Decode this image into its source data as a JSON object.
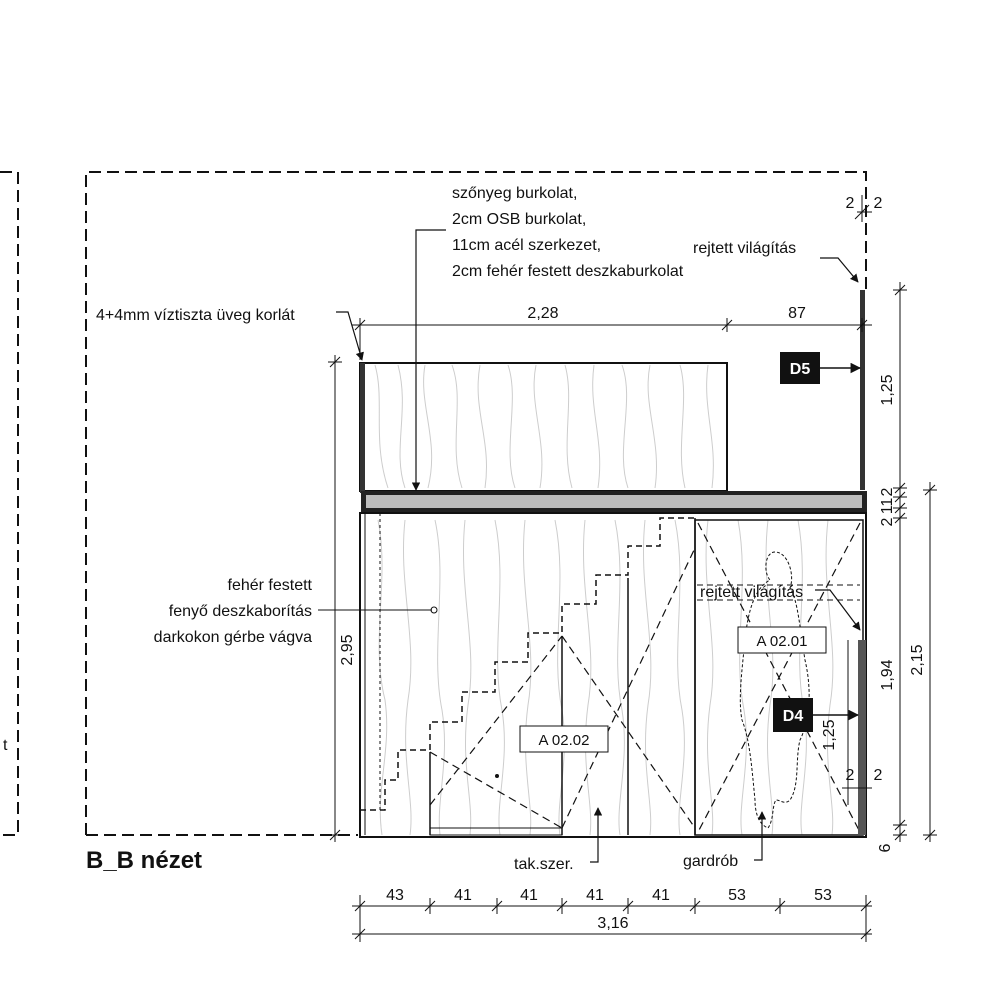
{
  "view_title": "B_B nézet",
  "annotations": {
    "floor_layers": [
      "szőnyeg burkolat,",
      "2cm OSB burkolat,",
      "11cm acél szerkezet,",
      "2cm fehér festett deszkaburkolat"
    ],
    "glass_railing": "4+4mm víztiszta üveg korlát",
    "hidden_light_top": "rejtett világítás",
    "hidden_light_mid": "rejtett világítás",
    "cladding": [
      "fehér festett",
      "fenyő deszkaborítás",
      "darkokon gérbe vágva"
    ],
    "storage": "tak.szer.",
    "wardrobe": "gardrób",
    "left_fragment": "t"
  },
  "detail_tags": {
    "d5": "D5",
    "d4": "D4"
  },
  "room_tags": {
    "stair": "A 02.02",
    "wardrobe": "A 02.01"
  },
  "dims_top": {
    "upper_left": "2,28",
    "upper_right": "87",
    "gap_a": "2",
    "gap_b": "2"
  },
  "dims_right": {
    "railing_h": "1,25",
    "slab_a": "2",
    "slab_b": "11",
    "slab_c": "2",
    "room_h": "1,94",
    "total_h": "2,15",
    "d4_h": "1,25",
    "gap_a": "2",
    "gap_b": "2",
    "base": "6"
  },
  "dims_left": {
    "height": "2,95"
  },
  "dims_bottom": {
    "segments": [
      "43",
      "41",
      "41",
      "41",
      "41",
      "53",
      "53"
    ],
    "total": "3,16"
  },
  "colors": {
    "line": "#111111",
    "wood": "#c8c8c8",
    "slab": "#bdbdbd",
    "tag_bg": "#111111"
  }
}
